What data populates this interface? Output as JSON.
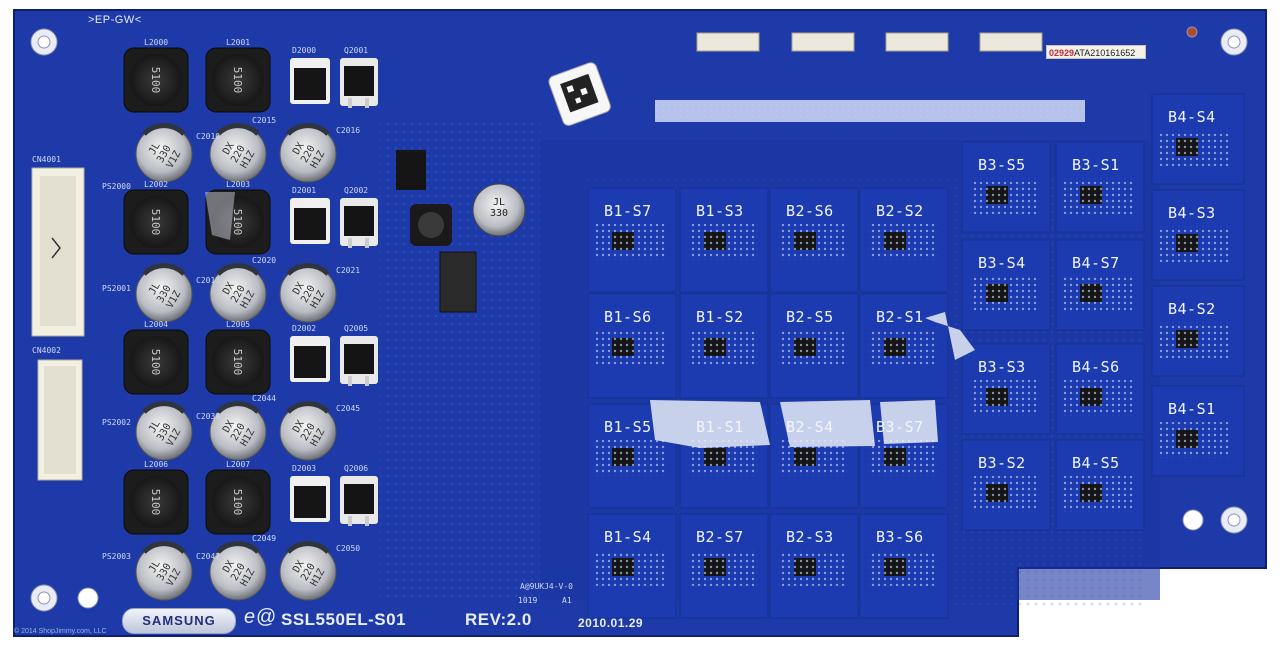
{
  "board": {
    "model": "SSL550EL-S01",
    "revision": "REV:2.0",
    "date": "2010.01.29",
    "top_left_marking": ">EP-GW<",
    "brand_logo": "SAMSUNG",
    "eco_mark": "e@",
    "sticker_prefix": "02929",
    "sticker_rest": "ATA210161652",
    "copyright": "© 2014 ShopJimmy.com, LLC",
    "connectors": {
      "cn4001": "CN4001",
      "cn4002": "CN4002"
    },
    "lot_code": "1019",
    "lot_rev": "A1",
    "pcb_code": "A@9UKJ4-V-0"
  },
  "components": {
    "inductors": [
      {
        "ref": "L2000",
        "marking": "5100"
      },
      {
        "ref": "L2001",
        "marking": "5100"
      },
      {
        "ref": "L2002",
        "marking": "5100"
      },
      {
        "ref": "L2003",
        "marking": "5100"
      },
      {
        "ref": "L2004",
        "marking": "5100"
      },
      {
        "ref": "L2005",
        "marking": "5100"
      },
      {
        "ref": "L2006",
        "marking": "5100"
      },
      {
        "ref": "L2007",
        "marking": "5100"
      }
    ],
    "cap_330": {
      "top": "JL",
      "mid": "330",
      "bot": "V1Z"
    },
    "cap_220": {
      "top": "DX",
      "mid": "220",
      "bot": "H1Z"
    },
    "diodes": [
      "D2000",
      "D2001",
      "D2002",
      "D2003"
    ],
    "mosfets": [
      "Q2001",
      "Q2002",
      "Q2005",
      "Q2006"
    ],
    "cap_refs": [
      "C2015",
      "C2016",
      "C2020",
      "C2021",
      "C2044",
      "C2045",
      "C2049",
      "C2050"
    ],
    "side_caps": [
      "C2010",
      "C2013",
      "C2039",
      "C2042"
    ],
    "power_refs": [
      "PS2000",
      "PS2001",
      "PS2002",
      "PS2003"
    ]
  },
  "segments": [
    [
      "B1-S7",
      "B1-S3",
      "B2-S6",
      "B2-S2",
      "B3-S5",
      "B3-S1",
      "B4-S4"
    ],
    [
      "B1-S6",
      "B1-S2",
      "B2-S5",
      "B2-S1",
      "B3-S4",
      "B4-S7",
      "B4-S3"
    ],
    [
      "B1-S5",
      "B1-S1",
      "B2-S4",
      "B3-S7",
      "B3-S3",
      "B4-S6",
      "B4-S2"
    ],
    [
      "B1-S4",
      "B2-S7",
      "B2-S3",
      "B3-S6",
      "B3-S2",
      "B4-S5",
      "B4-S1"
    ]
  ],
  "colors": {
    "board_blue": "#1d3aa8",
    "board_dark": "#142c8c",
    "silk": "#eef2ff",
    "pad": "#e8a47a"
  }
}
